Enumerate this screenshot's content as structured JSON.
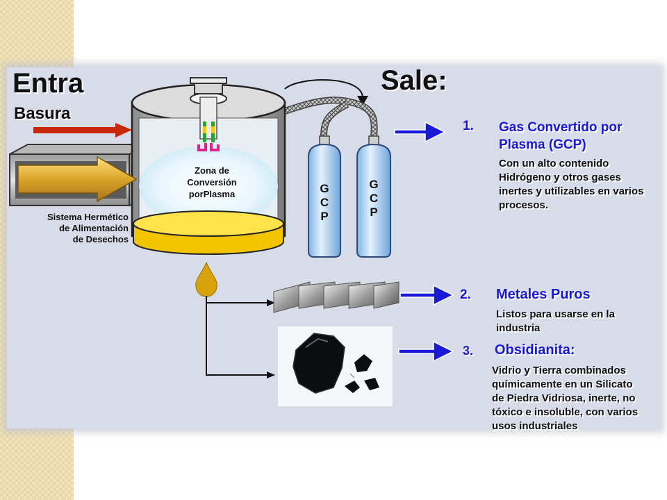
{
  "slide": {
    "entra_title": "Entra",
    "basura_label": "Basura",
    "sale_title": "Sale:",
    "feed_system_label": [
      "Sistema Hermético",
      "de Alimentación",
      "de Desechos"
    ],
    "plasma_zone_label": [
      "Zona de",
      "Conversión",
      "porPlasma"
    ],
    "cylinder_letters": [
      "G",
      "C",
      "P"
    ],
    "outputs": [
      {
        "number": "1.",
        "heading": [
          "Gas Convertido por",
          "Plasma (GCP)"
        ],
        "description": [
          "Con un alto contenido",
          "Hidrógeno y otros gases",
          "inertes y utilizables en varios",
          "procesos."
        ]
      },
      {
        "number": "2.",
        "heading": [
          "Metales Puros"
        ],
        "description": [
          "Listos para usarse en la",
          "industria"
        ]
      },
      {
        "number": "3.",
        "heading": [
          "Obsidianita:"
        ],
        "description": [
          "Vidrio y Tierra combinados",
          "químicamente en un Silicato",
          "de Piedra Vidriosa, inerte, no",
          "tóxico e insoluble, con varios",
          "usos industriales"
        ]
      }
    ]
  },
  "colors": {
    "arrow_blue": "#1a1ad6",
    "waste_arrow_red": "#c8280a",
    "feed_arrow_gold": "#c89a18",
    "molten_yellow": "#ffd800",
    "cylinder_blue": "#aed2f6",
    "panel_background": "#d8dce8"
  }
}
